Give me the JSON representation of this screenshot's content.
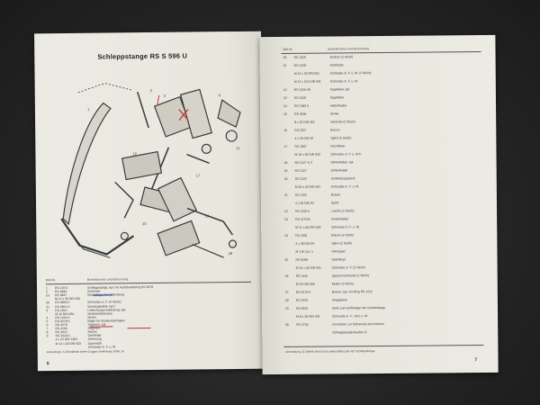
{
  "left_page": {
    "title": "Schleppstange RS S 596 U",
    "col_headers": {
      "pos": "Bild-Nr.",
      "no": "",
      "desc": "Bestellzeichen und Benennung"
    },
    "parts": [
      {
        "pos": "1",
        "no": "RS 136 K",
        "desc": "Schleppstange, kpl. mit Aufschweißring RS 9270"
      },
      {
        "pos": "2",
        "no": "RS 9846",
        "desc": "Scharnier"
      },
      {
        "pos": "2a",
        "no": "RS 9847",
        "desc": "Klemmlager für Umlenkung"
      },
      {
        "pos": "",
        "no": "M 12 x 30 DIN 931",
        "desc": ""
      },
      {
        "pos": "2b",
        "no": "RS 9850 K",
        "desc": "Schraube m. F. (4 Stück)"
      },
      {
        "pos": "2c",
        "no": "RS 9851 K",
        "desc": "Schwingbefehl, kpl.?"
      },
      {
        "pos": "3",
        "no": "RS 1813",
        "desc": "Umlenkungsverbindung, kpl."
      },
      {
        "pos": "",
        "no": "M 16 DIN 934",
        "desc": "Straßenfahrbolzen"
      },
      {
        "pos": "4",
        "no": "RS 1432 A",
        "desc": "Mutter"
      },
      {
        "pos": "5",
        "no": "RS 9278 K",
        "desc": "Bügel für Straßenfahrhaken"
      },
      {
        "pos": "6",
        "no": "RS 9278",
        "desc": "Segment, kpl."
      },
      {
        "pos": "7",
        "no": "RS 4230",
        "desc": "Segment"
      },
      {
        "pos": "8",
        "no": "RS 3412",
        "desc": "Bolzen"
      },
      {
        "pos": "9",
        "no": "RS 3410 A",
        "desc": "Drehfeder"
      },
      {
        "pos": "",
        "no": "4 x 22 DIN 1481",
        "desc": "Sicherung"
      },
      {
        "pos": "",
        "no": "M 12 x 20 DIN 933",
        "desc": "Spannstift"
      },
      {
        "pos": "",
        "no": "",
        "desc": "Schraube m. F. u. M."
      }
    ],
    "footnote": "Anmerkung: 1) Einzelteile siehe Gruppe Umlenkung Seite 14",
    "page_number": "6"
  },
  "right_page": {
    "col_headers": {
      "pos": "Bild-Nr.",
      "no": "",
      "desc": "Bestellzeichen und Benennung"
    },
    "parts": [
      {
        "pos": "10",
        "no": "RS 1429",
        "desc": "Buchse (2 Stück)"
      },
      {
        "pos": "11",
        "no": "RS 1428",
        "desc": "Drehfeder"
      },
      {
        "pos": "",
        "no": "M 12 x 50 DIN 931",
        "desc": "Schraube m. F. u. M. (2 Stück)"
      },
      {
        "pos": "",
        "no": "M 12 x 115 DIN 931",
        "desc": "Schraube m. F. u. M."
      },
      {
        "pos": "12",
        "no": "RS 1426 AK",
        "desc": "Kipphebel, kpl."
      },
      {
        "pos": "13",
        "no": "RS 1426",
        "desc": "Kipphebel"
      },
      {
        "pos": "14",
        "no": "RS 1382 A",
        "desc": "Hebelhaube"
      },
      {
        "pos": "15",
        "no": "RS 3199",
        "desc": "Klinke"
      },
      {
        "pos": "",
        "no": "8 x 20 DIN 661",
        "desc": "Senkniet (2 Stück)"
      },
      {
        "pos": "16",
        "no": "RS 1107",
        "desc": "Bolzen"
      },
      {
        "pos": "",
        "no": "4 x 45 DIN 94",
        "desc": "Splint (2 Stück)"
      },
      {
        "pos": "17",
        "no": "RS 1097",
        "desc": "Flachfeder"
      },
      {
        "pos": "",
        "no": "M 10 x 30 DIN 933",
        "desc": "Schraube m. F. u. Sch."
      },
      {
        "pos": "18",
        "no": "RS 4127 K 3",
        "desc": "Winkelhebel, kpl."
      },
      {
        "pos": "19",
        "no": "RS 4127",
        "desc": "Winkelhebel"
      },
      {
        "pos": "20",
        "no": "RS 4125",
        "desc": "Verbindungsstück"
      },
      {
        "pos": "",
        "no": "M 10 x 45 DIN 931",
        "desc": "Schraube m. F. u. M."
      },
      {
        "pos": "21",
        "no": "RS 1155",
        "desc": "Bolzen"
      },
      {
        "pos": "",
        "no": "4 x 30 DIN 94",
        "desc": "Splint"
      },
      {
        "pos": "22",
        "no": "RS 4126 A",
        "desc": "Lasche (2 Stück)"
      },
      {
        "pos": "23",
        "no": "RS 4179 B",
        "desc": "Knebelhebel"
      },
      {
        "pos": "",
        "no": "M 12 x 60 DIN 933",
        "desc": "Schraube m. F. u. M."
      },
      {
        "pos": "24",
        "no": "RS 1105",
        "desc": "Bolzen (2 Stück)"
      },
      {
        "pos": "",
        "no": "4 x 30 DIN 94",
        "desc": "Splint (2 Stück)"
      },
      {
        "pos": "",
        "no": "M 1 M 10 x 1",
        "desc": "Fettnippel"
      },
      {
        "pos": "25",
        "no": "RS 9299",
        "desc": "Gabelkopf"
      },
      {
        "pos": "",
        "no": "M 14 x 40 DIN 931",
        "desc": "Schraube m. F. (2 Stück)"
      },
      {
        "pos": "26",
        "no": "RS 1445",
        "desc": "Spezial-Schraube (2 Stück)"
      },
      {
        "pos": "",
        "no": "M 16 DIN 936",
        "desc": "Mutter (2 Stück)"
      },
      {
        "pos": "27",
        "no": "RS 9279 K",
        "desc": "Bolzen, kpl. mit Ring RS 1222"
      },
      {
        "pos": "28",
        "no": "RS 3725",
        "desc": "Klappsplint"
      },
      {
        "pos": "29",
        "no": "RS 9135",
        "desc": "Kette zum Aufhängen der Kurbelstange"
      },
      {
        "pos": "",
        "no": "M 8 x 30 DIN 931",
        "desc": "Schraube m. F., Sch. u. M."
      },
      {
        "pos": "30",
        "no": "RS 3718",
        "desc": "Vorstecker zur Sicherung des hinteren"
      },
      {
        "pos": "",
        "no": "",
        "desc": "Schleppstangenkopfes 1)"
      }
    ],
    "footnote": "Anmerkung: 1) Gehört nicht zum Lieferumfang der kpl. Schleppstange.",
    "page_number": "7"
  }
}
